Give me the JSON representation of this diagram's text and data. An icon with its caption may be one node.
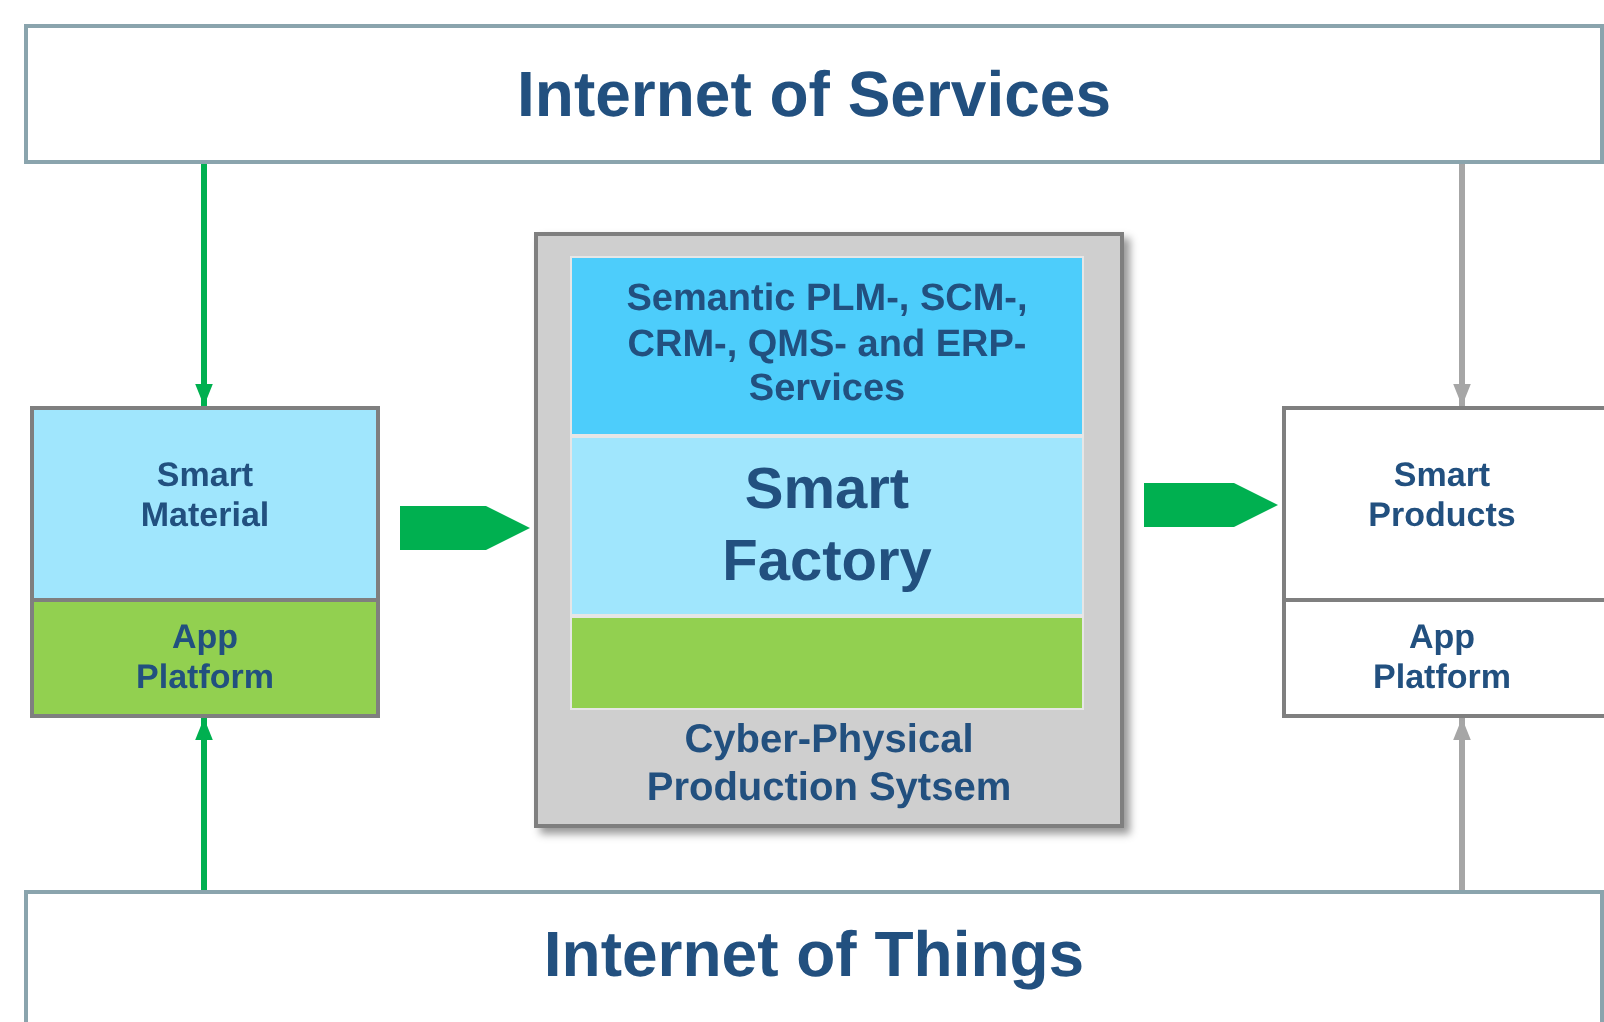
{
  "diagram": {
    "nodes": [
      {
        "text": [
          "Internet of Services"
        ]
      },
      {
        "text": [
          "Smart Material"
        ]
      },
      {
        "text": [
          "App Platform"
        ]
      },
      {
        "text": [
          "Cyber-Physical Production Sytsem"
        ]
      },
      {
        "text": [
          "Semantic PLM-, SCM-, CRM-, QMS- and ERP-Services"
        ],
        "in": 3
      },
      {
        "text": [
          "Smart Factory"
        ],
        "in": 3
      },
      {
        "text": [],
        "shape": "bar",
        "in": 3
      },
      {
        "text": [
          "Smart Products"
        ]
      },
      {
        "text": [
          "App Platform"
        ]
      },
      {
        "text": [
          "Internet of Things"
        ]
      }
    ],
    "edges": [
      {
        "from": 0,
        "to": 1,
        "arrow": "to"
      },
      {
        "from": 9,
        "to": 2,
        "arrow": "to"
      },
      {
        "from": 1,
        "to": 3,
        "arrow": "to",
        "style": "thick"
      },
      {
        "from": 3,
        "to": 7,
        "arrow": "to",
        "style": "thick"
      },
      {
        "from": 0,
        "to": 7,
        "arrow": "to",
        "color": "#a6a6a6"
      },
      {
        "from": 9,
        "to": 8,
        "arrow": "to",
        "color": "#a6a6a6"
      }
    ]
  }
}
